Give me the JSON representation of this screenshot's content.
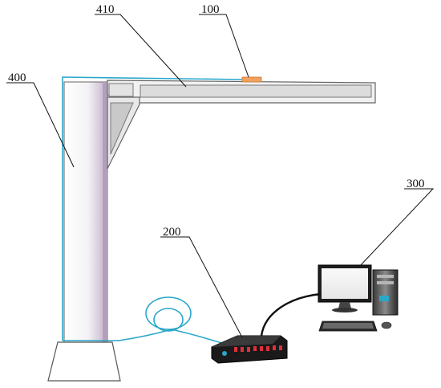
{
  "labels": {
    "sensor": "100",
    "interrogator": "200",
    "computer": "300",
    "column": "400",
    "jib_arm": "410"
  },
  "colors": {
    "fiber": "#2aa7c9",
    "sensor": "#f0a060",
    "column_shadow": "#b8a6c0",
    "outline": "#555555",
    "device_led": "#e0303a",
    "device_body": "#1a1a1a"
  },
  "icons": [
    "jib-crane",
    "fbg-sensor",
    "optical-fiber-coil",
    "interrogator-device",
    "desktop-computer"
  ],
  "device_port_count": 8
}
